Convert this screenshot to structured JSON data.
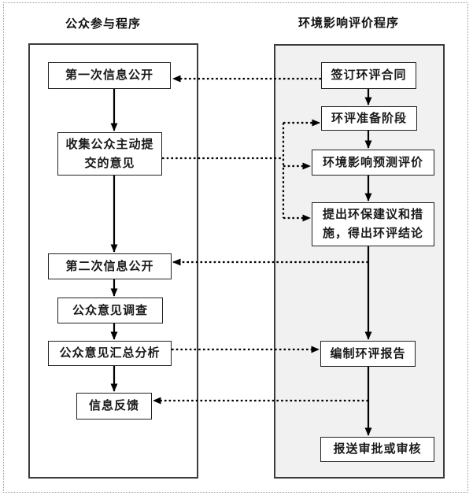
{
  "titles": {
    "left": "公众参与程序",
    "right": "环境影响评价程序"
  },
  "left_flow": {
    "boxes": [
      {
        "label": "第一次信息公开"
      },
      {
        "label": "收集公众主动提\n交的意见"
      },
      {
        "label": "第二次信息公开"
      },
      {
        "label": "公众意见调查"
      },
      {
        "label": "公众意见汇总分析"
      },
      {
        "label": "信息反馈"
      }
    ]
  },
  "right_flow": {
    "boxes": [
      {
        "label": "签订环评合同"
      },
      {
        "label": "环评准备阶段"
      },
      {
        "label": "环境影响预测评价"
      },
      {
        "label": "提出环保建议和措\n施，得出环评结论"
      },
      {
        "label": "编制环评报告"
      },
      {
        "label": "报送审批或审核"
      }
    ]
  },
  "colors": {
    "container_fill": "#f1f1f1",
    "container_border": "#3c3c3c",
    "box_border": "#222222",
    "line_color": "#000000",
    "frame_border": "#9a9a9a"
  }
}
